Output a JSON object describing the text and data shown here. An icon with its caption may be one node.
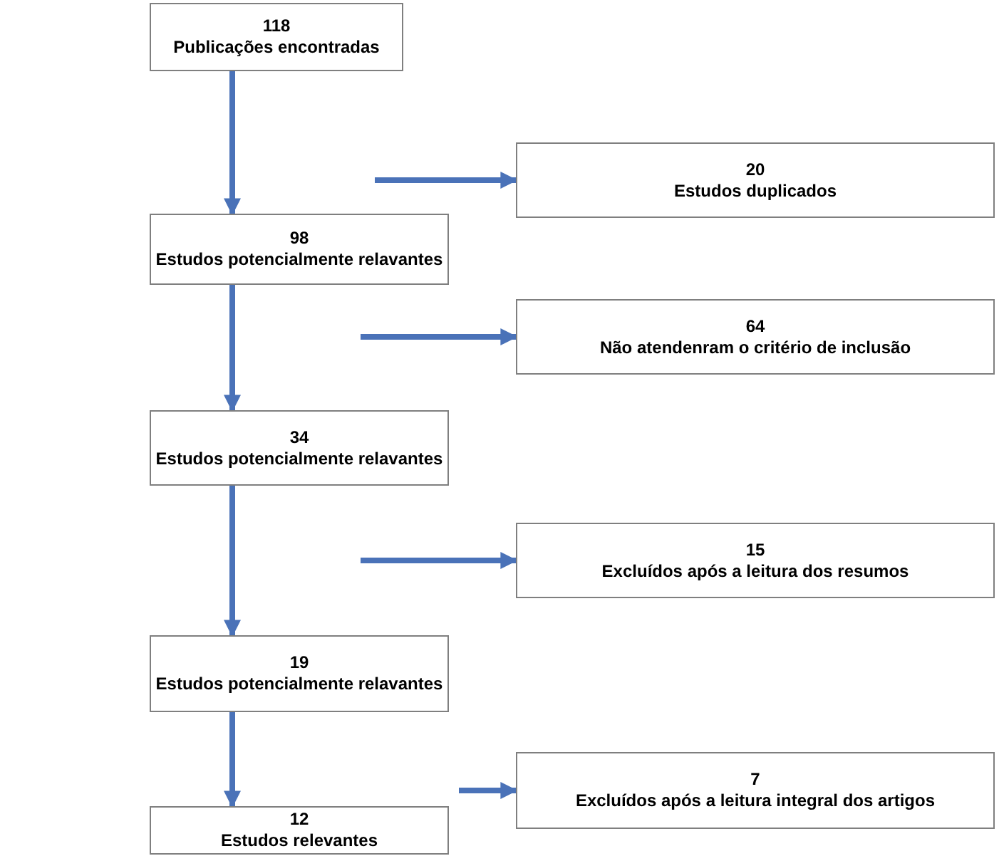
{
  "diagram": {
    "nodes": [
      {
        "text": [
          "118",
          "Publicações encontradas"
        ]
      },
      {
        "text": [
          "20",
          "Estudos duplicados"
        ]
      },
      {
        "text": [
          "98",
          "Estudos potencialmente relavantes"
        ]
      },
      {
        "text": [
          "64",
          "Não atendenram o critério de inclusão"
        ]
      },
      {
        "text": [
          "34",
          "Estudos potencialmente relavantes"
        ]
      },
      {
        "text": [
          "15",
          "Excluídos após a leitura dos resumos"
        ]
      },
      {
        "text": [
          "19",
          "Estudos potencialmente relavantes"
        ]
      },
      {
        "text": [
          "7",
          "Excluídos após a leitura integral dos artigos"
        ]
      },
      {
        "text": [
          "12",
          "Estudos relevantes"
        ]
      }
    ],
    "edges": [
      {
        "from": 0,
        "to": 2,
        "arrow": "to"
      },
      {
        "from": null,
        "to": 1,
        "arrow": "to"
      },
      {
        "from": 2,
        "to": 4,
        "arrow": "to"
      },
      {
        "from": null,
        "to": 3,
        "arrow": "to"
      },
      {
        "from": 4,
        "to": 6,
        "arrow": "to"
      },
      {
        "from": null,
        "to": 5,
        "arrow": "to"
      },
      {
        "from": 6,
        "to": 8,
        "arrow": "to"
      },
      {
        "from": null,
        "to": 7,
        "arrow": "to"
      }
    ]
  }
}
